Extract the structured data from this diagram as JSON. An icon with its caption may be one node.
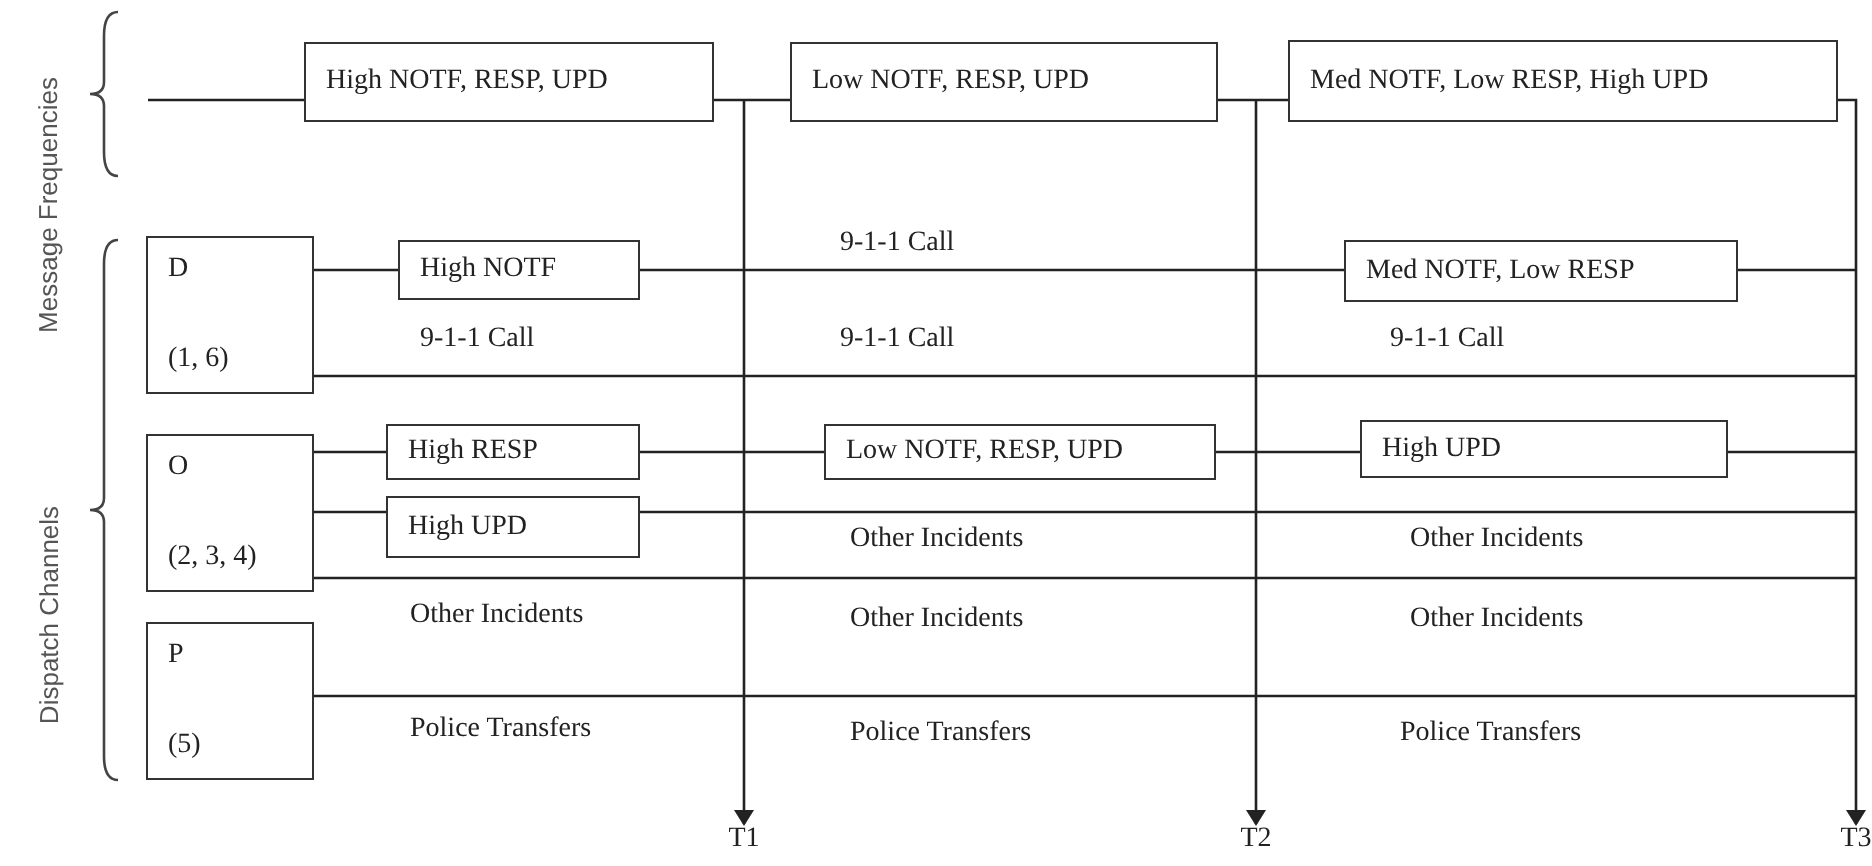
{
  "diagram": {
    "nodes": [
      {
        "text": [
          "High NOTF, RESP, UPD"
        ]
      },
      {
        "text": [
          "Low NOTF, RESP, UPD"
        ]
      },
      {
        "text": [
          "Med NOTF, Low RESP, High UPD"
        ]
      },
      {
        "text": [
          "D",
          "(1, 6)"
        ]
      },
      {
        "text": [
          "High NOTF"
        ]
      },
      {
        "text": [
          "Med NOTF, Low RESP"
        ]
      },
      {
        "text": [
          "O",
          "(2, 3, 4)"
        ]
      },
      {
        "text": [
          "High RESP"
        ]
      },
      {
        "text": [
          "Low NOTF, RESP, UPD"
        ]
      },
      {
        "text": [
          "High UPD"
        ]
      },
      {
        "text": [
          "High UPD"
        ]
      },
      {
        "text": [
          "P",
          "(5)"
        ]
      },
      {
        "text": [
          "T1"
        ]
      },
      {
        "text": [
          "T2"
        ]
      },
      {
        "text": [
          "T3"
        ]
      }
    ],
    "edges": [
      {
        "from": null,
        "to": 0,
        "arrow": "none"
      },
      {
        "from": 0,
        "to": 1,
        "arrow": "none"
      },
      {
        "from": 1,
        "to": 2,
        "arrow": "none"
      },
      {
        "from": 2,
        "to": 14,
        "arrow": "to"
      },
      {
        "from": null,
        "to": 12,
        "arrow": "to"
      },
      {
        "from": null,
        "to": 13,
        "arrow": "to"
      },
      {
        "from": 3,
        "to": 4,
        "arrow": "none"
      },
      {
        "from": 4,
        "to": 5,
        "arrow": "none"
      },
      {
        "from": 5,
        "to": null,
        "arrow": "none"
      },
      {
        "from": 3,
        "to": null,
        "arrow": "none"
      },
      {
        "from": 6,
        "to": 7,
        "arrow": "none"
      },
      {
        "from": 7,
        "to": 8,
        "arrow": "none"
      },
      {
        "from": 8,
        "to": 9,
        "arrow": "none"
      },
      {
        "from": 9,
        "to": null,
        "arrow": "none"
      },
      {
        "from": 6,
        "to": 10,
        "arrow": "none"
      },
      {
        "from": 10,
        "to": null,
        "arrow": "none"
      },
      {
        "from": 6,
        "to": null,
        "arrow": "none"
      },
      {
        "from": 11,
        "to": null,
        "arrow": "none"
      }
    ],
    "labels": [
      "Message Frequencies",
      "Dispatch Channels",
      "9-1-1 Call",
      "9-1-1 Call",
      "9-1-1 Call",
      "9-1-1 Call",
      "Other Incidents",
      "Other Incidents",
      "Other Incidents",
      "Other Incidents",
      "Other Incidents",
      "Police Transfers",
      "Police Transfers",
      "Police Transfers"
    ]
  }
}
